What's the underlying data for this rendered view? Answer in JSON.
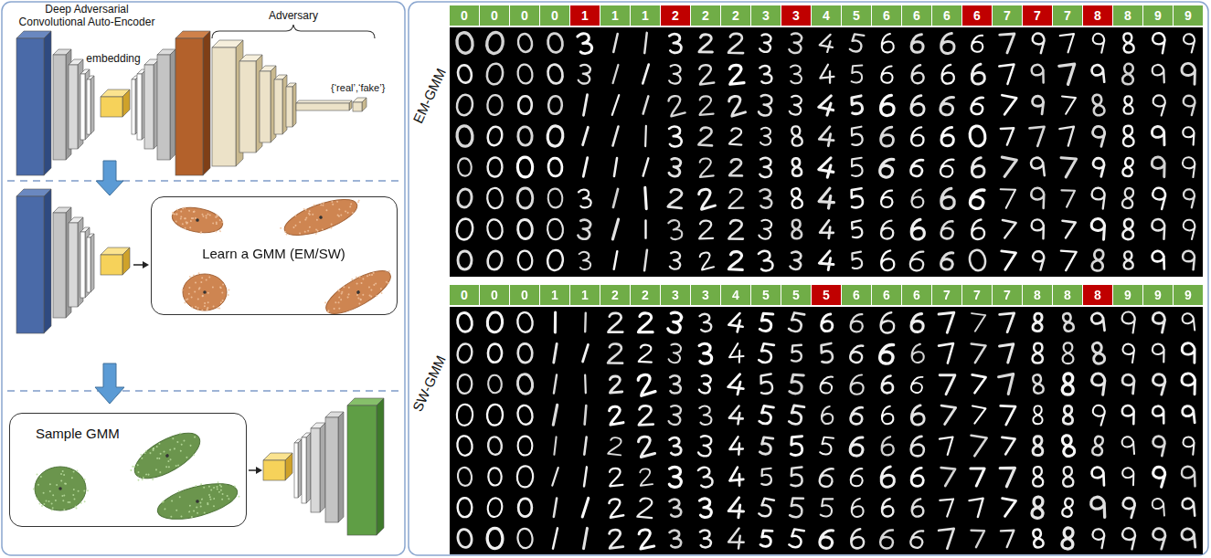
{
  "diagram": {
    "nodes": [
      {
        "text": [
          "Learn a GMM (EM/SW)"
        ]
      },
      {
        "text": [
          "Sample GMM"
        ]
      }
    ],
    "labels": [
      "Deep Adversarial Convolutional Auto-Encoder",
      "Adversary",
      "embedding",
      "{‘real’,‘fake’}",
      "EM-GMM",
      "0",
      "0",
      "0",
      "0",
      "1",
      "1",
      "1",
      "2",
      "2",
      "2",
      "3",
      "3",
      "4",
      "5",
      "6",
      "6",
      "6",
      "6",
      "7",
      "7",
      "7",
      "8",
      "8",
      "9",
      "9",
      "SW-GMM",
      "0",
      "0",
      "0",
      "1",
      "1",
      "2",
      "2",
      "3",
      "3",
      "4",
      "5",
      "5",
      "5",
      "6",
      "6",
      "6",
      "7",
      "7",
      "7",
      "8",
      "8",
      "8",
      "9",
      "9",
      "9"
    ]
  }
}
